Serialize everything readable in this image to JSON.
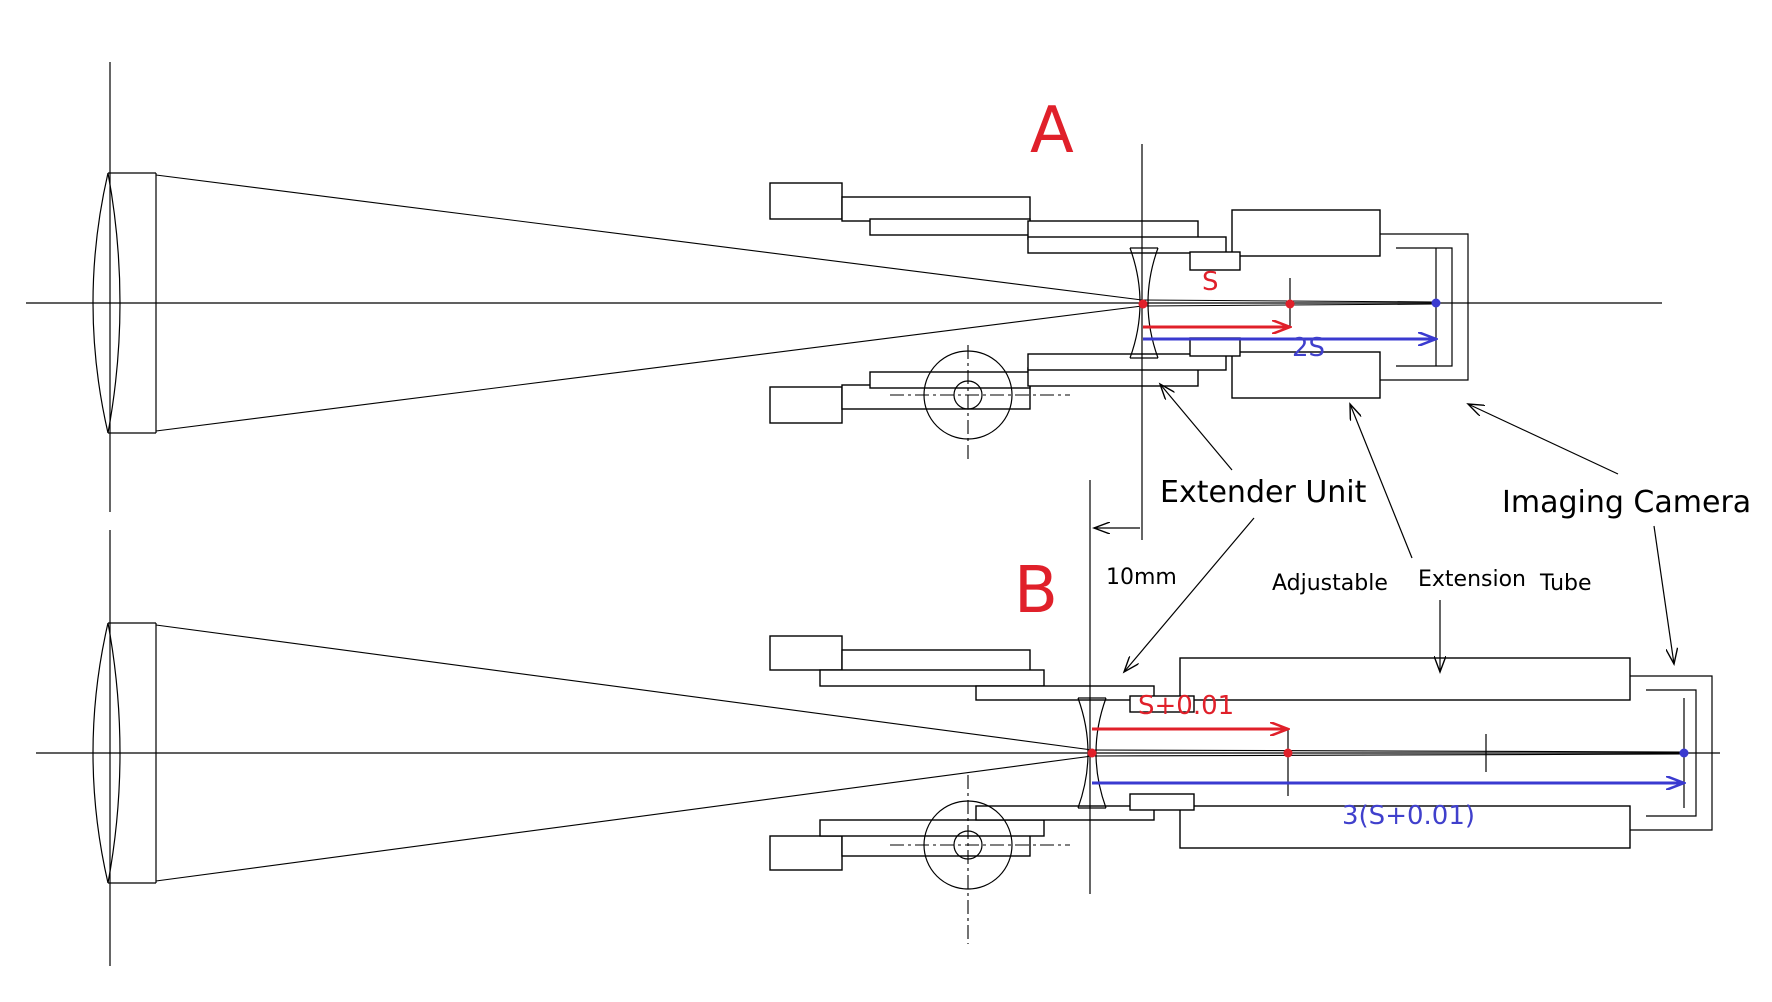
{
  "panel_a": {
    "letter": "A",
    "labels": {
      "s": "S",
      "two_s": "2S"
    }
  },
  "panel_b": {
    "letter": "B",
    "labels": {
      "s_plus": "S+0.01",
      "three_s": "3(S+0.01)"
    }
  },
  "callouts": {
    "extender_unit": "Extender Unit",
    "imaging_camera": "Imaging Camera",
    "adjustable": "Adjustable",
    "extension": "Extension",
    "tube": "Tube",
    "shift": "10mm"
  },
  "colors": {
    "red": "#e0202a",
    "blue": "#3a3ad0",
    "line": "#000000"
  }
}
